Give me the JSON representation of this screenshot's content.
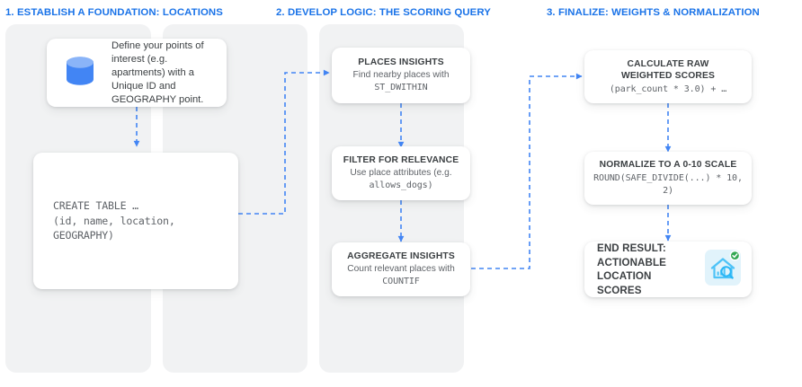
{
  "theme": {
    "accent": "#1a73e8",
    "connector": "#4285f4",
    "panel_bg": "#f1f2f3",
    "card_bg": "#ffffff",
    "title_text": "#3c4043",
    "body_text": "#5f6368",
    "icon_blue": "#4285f4",
    "icon_light_blue": "#8ab4f8",
    "badge_green": "#34a853",
    "house_icon_bg": "#e3f2fd",
    "house_icon_stroke": "#4fc3f7"
  },
  "columns": [
    {
      "id": "column-1",
      "title": "1. ESTABLISH A FOUNDATION: LOCATIONS",
      "cards": [
        {
          "id": "define-points-of-interest",
          "icon": "database-cylinder-icon",
          "body": "Define your points of interest (e.g. apartments) with a Unique ID and GEOGRAPHY point."
        },
        {
          "id": "create-table-snippet",
          "code": "CREATE TABLE …\n(id, name, location,\nGEOGRAPHY)"
        }
      ]
    },
    {
      "id": "column-2",
      "title": "2. DEVELOP LOGIC: THE SCORING QUERY",
      "cards": [
        {
          "id": "places-insights",
          "title": "PLACES INSIGHTS",
          "sub": "Find nearby places with",
          "code": "ST_DWITHIN"
        },
        {
          "id": "filter-for-relevance",
          "title": "FILTER FOR RELEVANCE",
          "sub": "Use place attributes (e.g.",
          "code": "allows_dogs)"
        },
        {
          "id": "aggregate-insights",
          "title": "AGGREGATE INSIGHTS",
          "sub": "Count relevant places with",
          "code": "COUNTIF"
        }
      ]
    },
    {
      "id": "column-3",
      "title": "3. FINALIZE: WEIGHTS & NORMALIZATION",
      "cards": [
        {
          "id": "calculate-raw-weighted-scores",
          "title": "CALCULATE RAW WEIGHTED SCORES",
          "code": "(park_count * 3.0) + …"
        },
        {
          "id": "normalize-to-scale",
          "title": "NORMALIZE TO A 0-10 SCALE",
          "code": "ROUND(SAFE_DIVIDE(...) * 10, 2)"
        },
        {
          "id": "end-result",
          "title": "END RESULT:\nACTIONABLE LOCATION\nSCORES",
          "icon": "house-analytics-icon",
          "badge": "check-badge-icon"
        }
      ]
    }
  ]
}
